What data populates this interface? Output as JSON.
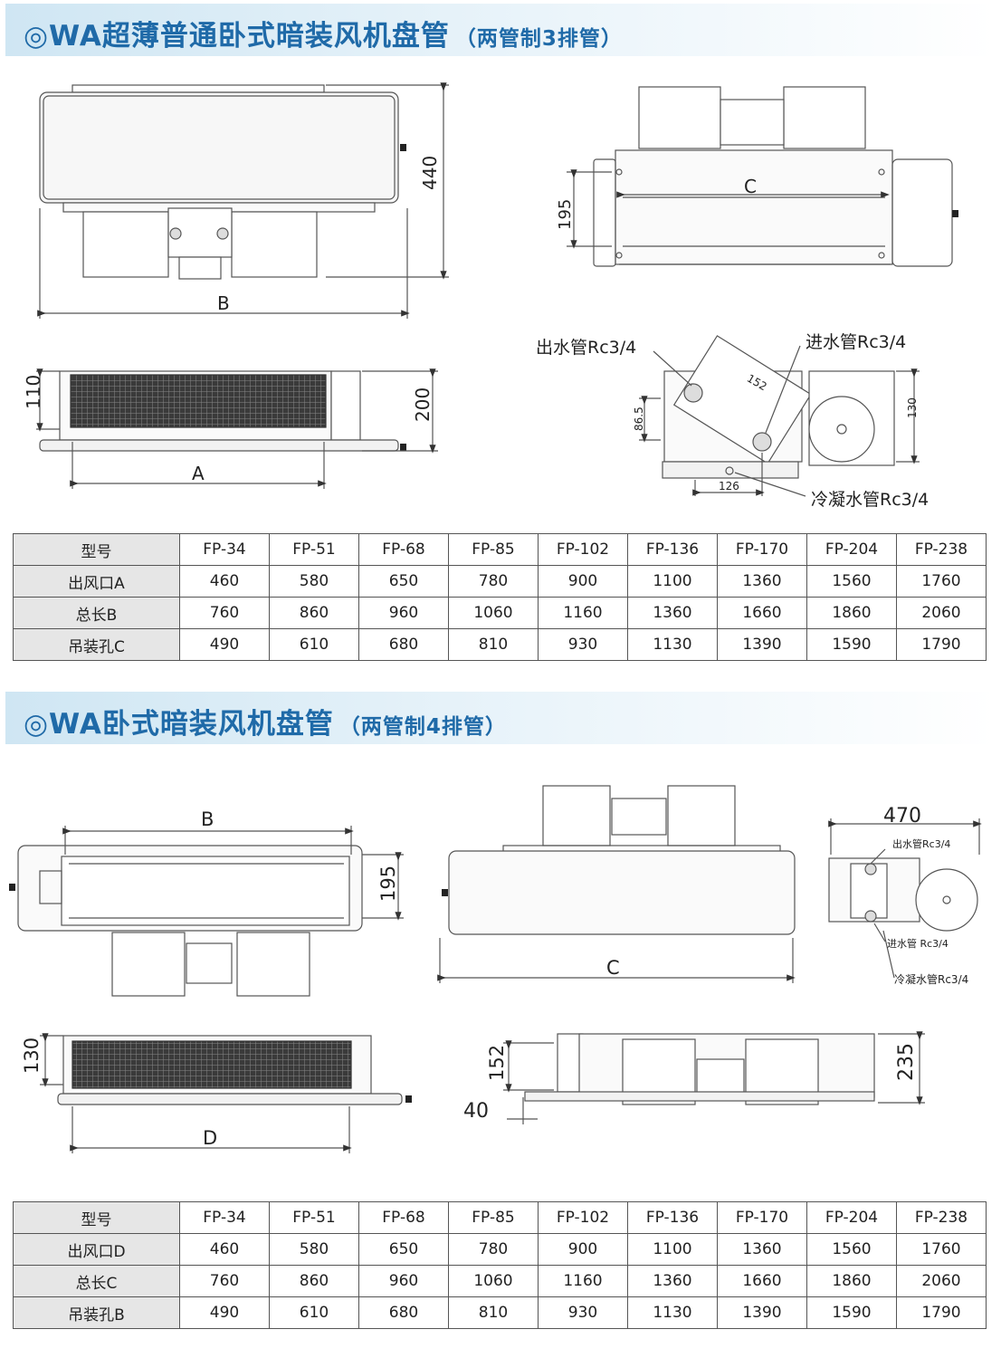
{
  "section1": {
    "title": "◎WA超薄普通卧式暗装风机盘管",
    "subtitle": "（两管制3排管）",
    "drawing_labels": {
      "dim_440": "440",
      "dim_B": "B",
      "dim_195": "195",
      "dim_C": "C",
      "dim_110": "110",
      "dim_200": "200",
      "dim_A": "A",
      "outlet_pipe": "出水管Rc3/4",
      "inlet_pipe": "进水管Rc3/4",
      "condensate_pipe": "冷凝水管Rc3/4",
      "dim_152": "152",
      "dim_86_5": "86.5",
      "dim_130": "130",
      "dim_126": "126"
    },
    "table": {
      "header": [
        "型号",
        "FP-34",
        "FP-51",
        "FP-68",
        "FP-85",
        "FP-102",
        "FP-136",
        "FP-170",
        "FP-204",
        "FP-238"
      ],
      "rows": [
        [
          "出风口A",
          "460",
          "580",
          "650",
          "780",
          "900",
          "1100",
          "1360",
          "1560",
          "1760"
        ],
        [
          "总长B",
          "760",
          "860",
          "960",
          "1060",
          "1160",
          "1360",
          "1660",
          "1860",
          "2060"
        ],
        [
          "吊装孔C",
          "490",
          "610",
          "680",
          "810",
          "930",
          "1130",
          "1390",
          "1590",
          "1790"
        ]
      ]
    }
  },
  "section2": {
    "title": "◎WA卧式暗装风机盘管",
    "subtitle": "（两管制4排管）",
    "drawing_labels": {
      "dim_B": "B",
      "dim_195": "195",
      "dim_C": "C",
      "dim_470": "470",
      "outlet_pipe": "出水管Rc3/4",
      "inlet_pipe": "进水管 Rc3/4",
      "condensate_pipe": "冷凝水管Rc3/4",
      "dim_130": "130",
      "dim_D": "D",
      "dim_152": "152",
      "dim_40": "40",
      "dim_235": "235"
    },
    "table": {
      "header": [
        "型号",
        "FP-34",
        "FP-51",
        "FP-68",
        "FP-85",
        "FP-102",
        "FP-136",
        "FP-170",
        "FP-204",
        "FP-238"
      ],
      "rows": [
        [
          "出风口D",
          "460",
          "580",
          "650",
          "780",
          "900",
          "1100",
          "1360",
          "1560",
          "1760"
        ],
        [
          "总长C",
          "760",
          "860",
          "960",
          "1060",
          "1160",
          "1360",
          "1660",
          "1860",
          "2060"
        ],
        [
          "吊装孔B",
          "490",
          "610",
          "680",
          "810",
          "930",
          "1130",
          "1390",
          "1590",
          "1790"
        ]
      ]
    }
  }
}
